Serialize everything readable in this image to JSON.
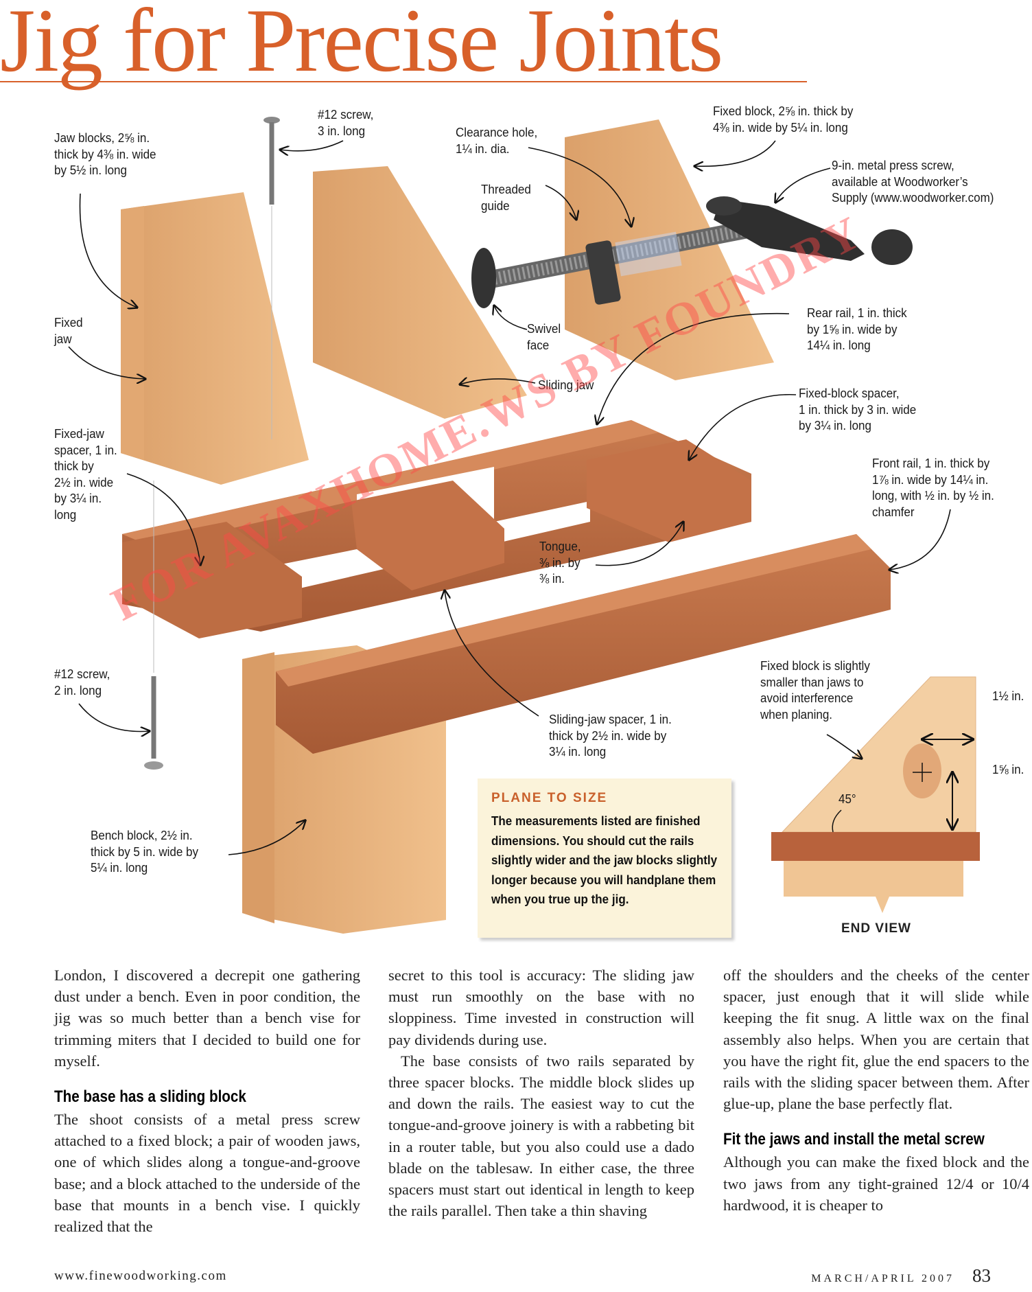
{
  "title": "Jig for Precise Joints",
  "colors": {
    "title": "#d8602a",
    "light_wood": "#e8b27c",
    "red_wood": "#c06f45",
    "sidebar_bg": "#fbf3da",
    "sidebar_heading": "#c9602b"
  },
  "labels": {
    "screw_top": "#12 screw,\n3 in. long",
    "jaw_blocks": "Jaw blocks, 2⅝ in.\nthick by 4⅜ in. wide\nby 5½ in. long",
    "clearance_hole": "Clearance hole,\n1¼ in. dia.",
    "fixed_block": "Fixed block, 2⅝ in. thick by\n4⅜ in. wide by 5¼ in. long",
    "press_screw": "9-in. metal press screw,\navailable at Woodworker’s\nSupply (www.woodworker.com)",
    "threaded_guide": "Threaded\nguide",
    "fixed_jaw": "Fixed\njaw",
    "swivel_face": "Swivel\nface",
    "rear_rail": "Rear rail, 1 in. thick\nby 1⅝ in. wide by\n14¼ in. long",
    "sliding_jaw": "Sliding jaw",
    "fixed_block_spacer": "Fixed-block spacer,\n1 in. thick by 3 in. wide\nby 3¼ in. long",
    "fixed_jaw_spacer": "Fixed-jaw\nspacer, 1 in.\nthick by\n2½ in. wide\nby 3¼ in.\nlong",
    "front_rail": "Front rail, 1 in. thick by\n1⅞ in. wide by 14¼ in.\nlong, with ½ in. by ½ in.\nchamfer",
    "tongue": "Tongue,\n⅜ in. by\n⅜ in.",
    "screw_bottom": "#12 screw,\n2 in. long",
    "fixed_block_note": "Fixed block is slightly\nsmaller than jaws to\navoid interference\nwhen planing.",
    "dim_1_half": "1½ in.",
    "sliding_jaw_spacer": "Sliding-jaw spacer, 1 in.\nthick by 2½ in. wide by\n3¼ in. long",
    "dim_1_5_8": "1⅝ in.",
    "angle": "45°",
    "bench_block": "Bench block, 2½ in.\nthick by 5 in. wide by\n5¼ in. long"
  },
  "sidebar": {
    "heading": "PLANE TO SIZE",
    "body": "The measurements listed are finished dimensions. You should cut the rails slightly wider and the jaw blocks slightly longer because you will handplane them when you true up the jig."
  },
  "end_view_label": "END VIEW",
  "watermark": "FOR AVAXHOME.WS BY FOUNDRY",
  "columns": {
    "col1_p1": "London, I discovered a decrepit one gathering dust under a bench. Even in poor condition, the jig was so much better than a bench vise for trimming miters that I decided to build one for myself.",
    "col1_heading": "The base has a sliding block",
    "col1_p2": "The shoot consists of a metal press screw attached to a fixed block; a pair of wooden jaws, one of which slides along a tongue-and-groove base; and a block attached to the underside of the base that mounts in a bench vise. I quickly realized that the",
    "col2_p1": "secret to this tool is accuracy: The sliding jaw must run smoothly on the base with no sloppiness. Time invested in construction will pay dividends during use.",
    "col2_p2": "The base consists of two rails separated by three spacer blocks. The middle block slides up and down the rails. The easiest way to cut the tongue-and-groove joinery is with a rabbeting bit in a router table, but you also could use a dado blade on the tablesaw. In either case, the three spacers must start out identical in length to keep the rails parallel. Then take a thin shaving",
    "col3_p1": "off the shoulders and the cheeks of the center spacer, just enough that it will slide while keeping the fit snug. A little wax on the final assembly also helps. When you are certain that you have the right fit, glue the end spacers to the rails with the sliding spacer between them. After glue-up, plane the base perfectly flat.",
    "col3_heading": "Fit the jaws and install the metal screw",
    "col3_p2": "Although you can make the fixed block and the two jaws from any tight-grained 12/4 or 10/4 hardwood, it is cheaper to"
  },
  "footer": {
    "website": "www.finewoodworking.com",
    "issue": "MARCH/APRIL 2007",
    "page_number": "83"
  }
}
